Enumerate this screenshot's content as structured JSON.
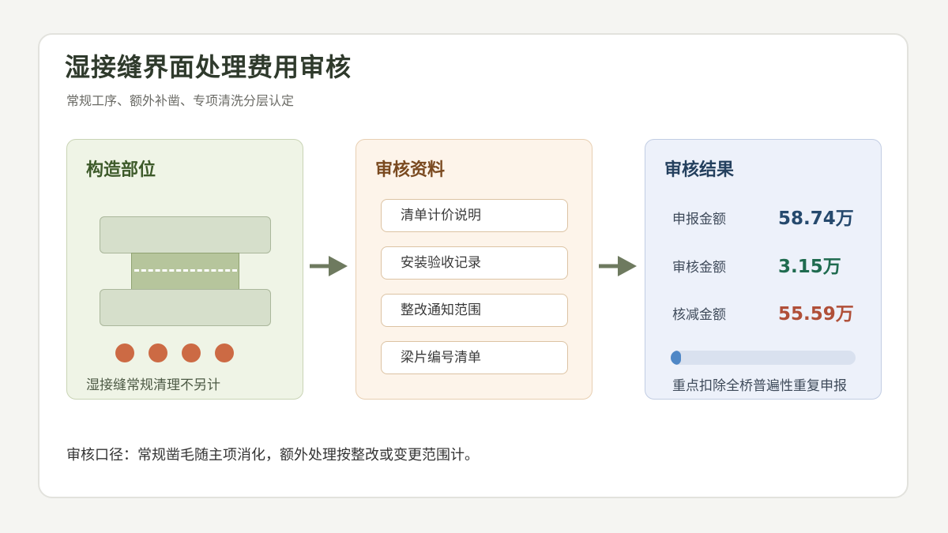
{
  "page": {
    "title": "湿接缝界面处理费用审核",
    "subtitle": "常规工序、额外补凿、专项清洗分层认定",
    "footer": "审核口径：常规凿毛随主项消化，额外处理按整改或变更范围计。"
  },
  "panels": {
    "structure": {
      "title": "构造部位",
      "note": "湿接缝常规清理不另计"
    },
    "documents": {
      "title": "审核资料",
      "items": [
        "清单计价说明",
        "安装验收记录",
        "整改通知范围",
        "梁片编号清单"
      ]
    },
    "results": {
      "title": "审核结果",
      "rows": [
        {
          "label": "申报金额",
          "value": "58.74万",
          "color": "#25496d"
        },
        {
          "label": "审核金额",
          "value": "3.15万",
          "color": "#1f6b4f"
        },
        {
          "label": "核减金额",
          "value": "55.59万",
          "color": "#b04f38"
        }
      ],
      "approved_ratio": 0.054,
      "note": "重点扣除全桥普遍性重复申报"
    }
  },
  "colors": {
    "arrow": "#6e7a5f",
    "dot": "#cc6a44",
    "bar": "#4f87c6"
  }
}
